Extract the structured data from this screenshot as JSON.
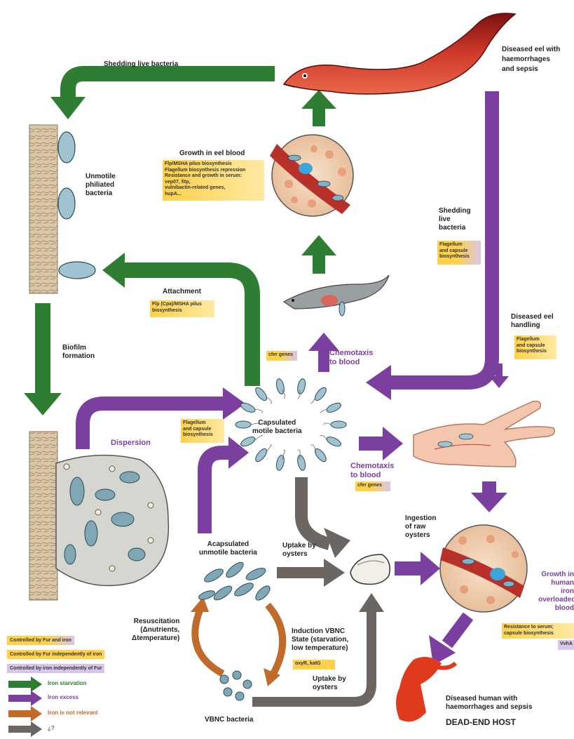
{
  "labels": {
    "shedding_live_top": "Shedding live bacteria",
    "diseased_eel": "Diseased eel with\nhaemorrhages\nand sepsis",
    "unmotile_piliated": "Unmotile\nphiliated\nbacteria",
    "growth_eel_blood": "Growth in eel blood",
    "shedding_live_right": "Shedding\nlive\nbacteria",
    "attachment": "Attachment",
    "biofilm_formation": "Biofilm\nformation",
    "chemotaxis_blood_upper": "Chemotaxis\nto blood",
    "diseased_eel_handling": "Diseased eel\nhandling",
    "capsulated_motile": "Capsulated\nmotile bacteria",
    "dispersion": "Dispersion",
    "chemotaxis_blood_lower": "Chemotaxis\nto blood",
    "ingestion_raw_oysters": "Ingestion\nof raw\noysters",
    "acapsulated_unmotile": "Acapsulated\nunmotile bacteria",
    "uptake_oysters_1": "Uptake by\noysters",
    "uptake_oysters_2": "Uptake by\noysters",
    "growth_human_blood": "Growth in\nhuman\niron\noverloaded\nblood",
    "resuscitation": "Resuscitation\n(Δnutrients,\nΔtemperature)",
    "induction_vbnc": "Induction VBNC\nState (starvation,\nlow temperature)",
    "vbnc_bacteria": "VBNC bacteria",
    "diseased_human": "Diseased human with\nhaemorrhages and sepsis",
    "dead_end_host": "DEAD-END HOST"
  },
  "boxes": {
    "eel_blood_genes": "Flp/MSHA pilus biosynthesis\nFlagellum biosynthesis repression\nResistance and growth in serum:\nvep07, fitp,\nvulnibactin-related genes,\nhupA...",
    "flagellum_capsule_right": "Flagellum\nand capsule\nbiosynthesis",
    "flp_msha": "Flp (Cpa)/MSHA pilus\nbiosynthesis",
    "cfer_upper": "cfer genes",
    "handling_flagellum": "Flagellum\nand capsule\nbiosynthesis",
    "dispersion_flagellum": "Flagellum\nand capsule\nbiosynthesis",
    "cfer_lower": "cfer genes",
    "oxyr_katg": "oxyR, katG",
    "resistance_serum": "Resistance to serum;\ncapsule biosynthesis",
    "vvh_partial": "VvhA"
  },
  "legend": {
    "items": [
      {
        "text": "Controlled by Fur and iron",
        "kind": "fur_iron"
      },
      {
        "text": "Controlled by Fur independently of iron",
        "kind": "fur_indep"
      },
      {
        "text": "Controlled by iron independently of Fur",
        "kind": "iron_indep"
      }
    ],
    "arrows": [
      {
        "text": "Iron starvation",
        "color": "#2e7d32"
      },
      {
        "text": "Iron excess",
        "color": "#7b3fa0"
      },
      {
        "text": "Iron is not relevant",
        "color": "#c06a2b"
      },
      {
        "text": "¿?",
        "color": "#6b6661"
      }
    ]
  },
  "colors": {
    "green": "#2e7d32",
    "purple": "#7b3fa0",
    "orange": "#c06a2b",
    "grey": "#6b6661",
    "eel_red": "#c0392b",
    "box_yellow": "#ffd24a",
    "box_purple": "#d7c6ea"
  }
}
